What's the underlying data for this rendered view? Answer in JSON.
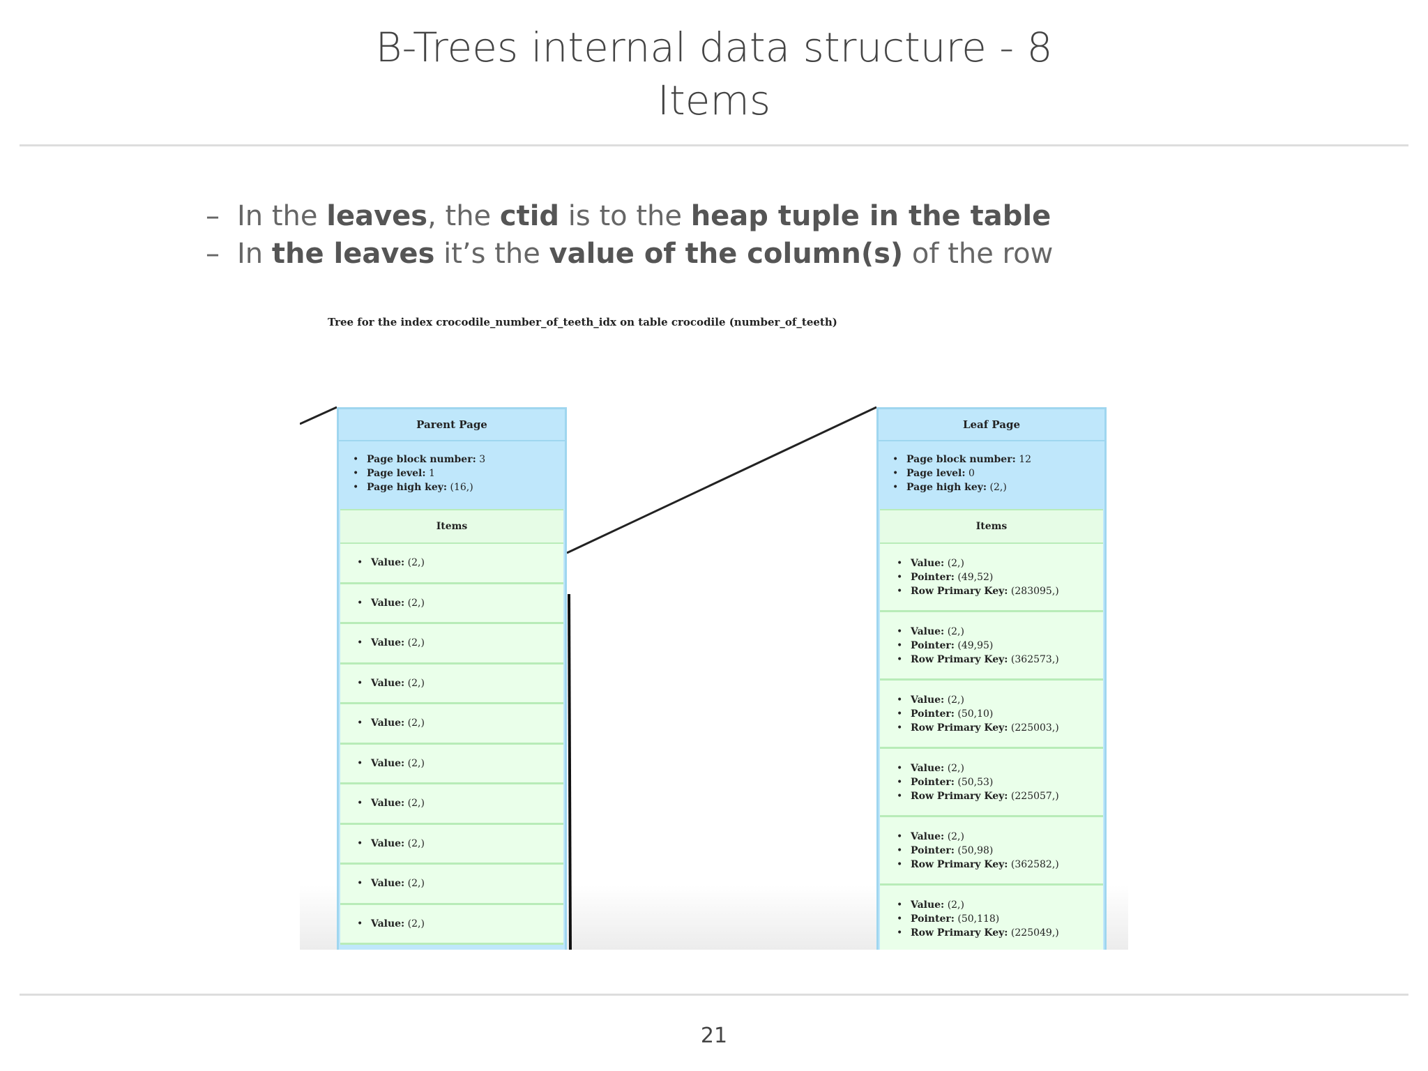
{
  "slide": {
    "title_line1": "B-Trees internal data structure - 8",
    "title_line2": "Items",
    "page_number": "21"
  },
  "bullets": [
    {
      "dash": "–",
      "parts": [
        {
          "text": "In the ",
          "bold": false
        },
        {
          "text": "leaves",
          "bold": true
        },
        {
          "text": ", the ",
          "bold": false
        },
        {
          "text": "ctid",
          "bold": true
        },
        {
          "text": " is to the ",
          "bold": false
        },
        {
          "text": "heap tuple in the table",
          "bold": true
        }
      ]
    },
    {
      "dash": "–",
      "parts": [
        {
          "text": "In ",
          "bold": false
        },
        {
          "text": "the leaves",
          "bold": true
        },
        {
          "text": " it’s the ",
          "bold": false
        },
        {
          "text": "value of the column(s)",
          "bold": true
        },
        {
          "text": " of the row",
          "bold": false
        }
      ]
    }
  ],
  "screenshot": {
    "title": "Tree for the index crocodile_number_of_teeth_idx on table crocodile (number_of_teeth)",
    "parent_page": {
      "header": "Parent Page",
      "info": [
        {
          "label": "Page block number:",
          "value": " 3"
        },
        {
          "label": "Page level:",
          "value": " 1"
        },
        {
          "label": "Page high key:",
          "value": " (16,)"
        }
      ],
      "items_header": "Items",
      "items": [
        {
          "label": "Value:",
          "value": " (2,)"
        },
        {
          "label": "Value:",
          "value": " (2,)"
        },
        {
          "label": "Value:",
          "value": " (2,)"
        },
        {
          "label": "Value:",
          "value": " (2,)"
        },
        {
          "label": "Value:",
          "value": " (2,)"
        },
        {
          "label": "Value:",
          "value": " (2,)"
        },
        {
          "label": "Value:",
          "value": " (2,)"
        },
        {
          "label": "Value:",
          "value": " (2,)"
        },
        {
          "label": "Value:",
          "value": " (2,)"
        },
        {
          "label": "Value:",
          "value": " (2,)"
        }
      ]
    },
    "leaf_page": {
      "header": "Leaf Page",
      "info": [
        {
          "label": "Page block number:",
          "value": " 12"
        },
        {
          "label": "Page level:",
          "value": " 0"
        },
        {
          "label": "Page high key:",
          "value": " (2,)"
        }
      ],
      "items_header": "Items",
      "items": [
        {
          "value": "(2,)",
          "pointer": "(49,52)",
          "row_key": "(283095,)"
        },
        {
          "value": "(2,)",
          "pointer": "(49,95)",
          "row_key": "(362573,)"
        },
        {
          "value": "(2,)",
          "pointer": "(50,10)",
          "row_key": "(225003,)"
        },
        {
          "value": "(2,)",
          "pointer": "(50,53)",
          "row_key": "(225057,)"
        },
        {
          "value": "(2,)",
          "pointer": "(50,98)",
          "row_key": "(362582,)"
        },
        {
          "value": "(2,)",
          "pointer": "(50,118)",
          "row_key": "(225049,)"
        }
      ],
      "item_labels": {
        "value": "Value:",
        "pointer": "Pointer:",
        "row_key": "Row Primary Key:"
      }
    }
  }
}
